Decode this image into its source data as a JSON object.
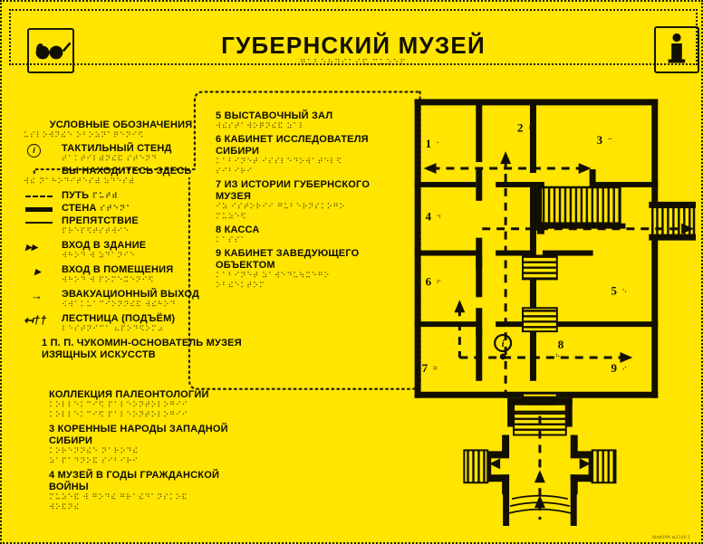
{
  "sign": {
    "background_color": "#ffe500",
    "ink_color": "#120f00",
    "watermark": "ИНФОРМ №2746-1"
  },
  "header": {
    "title": "ГУБЕРНСКИЙ МУЗЕЙ",
    "title_braille": "⠛⠥⠃⠑⠗⠝⠎⠅⠊⠯ ⠍⠥⠵⠑⠯",
    "left_icon": "glasses-icon",
    "right_icon": "information-icon",
    "right_icon_label": "i"
  },
  "legend": {
    "heading": "УСЛОВНЫЕ ОБОЗНАЧЕНИЯ",
    "heading_braille": "⠥⠎⠇⠕⠺⠝⠮⠑ ⠕⠃⠕⠵⠝⠁⠟⠑⠝⠊⠫",
    "items": [
      {
        "symbol": "info-circle-icon",
        "label": "ТАКТИЛЬНЫЙ СТЕНД",
        "braille": "⠞⠁⠅⠞⠊⠇⠾⠝⠮⠯ ⠎⠞⠑⠝⠙"
      },
      {
        "symbol": "you-are-here-icon",
        "label": "ВЫ НАХОДИТЕСЬ ЗДЕСЬ",
        "braille": "⠺⠮ ⠝⠁⠓⠕⠙⠊⠞⠑⠎⠾ ⠵⠙⠑⠎⠾"
      },
      {
        "symbol": "dashed-line-icon",
        "label": "ПУТЬ",
        "braille": "⠏⠥⠞⠾"
      },
      {
        "symbol": "solid-thick-line-icon",
        "label": "СТЕНА",
        "braille": "⠎⠞⠑⠝⠁"
      },
      {
        "symbol": "thin-line-icon",
        "label": "ПРЕПЯТСТВИЕ",
        "braille": "⠏⠗⠑⠏⠫⠞⠎⠞⠺⠊⠑"
      },
      {
        "symbol": "double-triangle-icon",
        "label": "ВХОД В ЗДАНИЕ",
        "braille": "⠺⠓⠕⠙ ⠺ ⠵⠙⠁⠝⠊⠑"
      },
      {
        "symbol": "triangle-icon",
        "label": "ВХОД В ПОМЕЩЕНИЯ",
        "braille": "⠺⠓⠕⠙ ⠺ ⠏⠕⠍⠑⠭⠑⠝⠊⠫"
      },
      {
        "symbol": "arrow-right-icon",
        "label": "ЭВАКУАЦИОННЫЙ ВЫХОД",
        "braille": "⠪⠺⠁⠅⠥⠁⠉⠊⠕⠝⠝⠮⠯ ⠺⠮⠓⠕⠙"
      },
      {
        "symbol": "stairs-up-icon",
        "label": "ЛЕСТНИЦА (ПОДЪЁМ)",
        "braille": "⠇⠑⠎⠞⠝⠊⠉⠁ ⠦⠏⠕⠙⠫⠕⠍⠴"
      }
    ]
  },
  "rooms_left": [
    {
      "number": "1",
      "label": "1 П. П. ЧУКОМИН-ОСНОВАТЕЛЬ МУЗЕЯ ИЗЯЩНЫХ ИСКУССТВ",
      "braille": ""
    },
    {
      "number": "2",
      "label": "КОЛЛЕКЦИЯ ПАЛЕОНТОЛОГИИ",
      "braille": "⠅⠕⠇⠇⠑⠅⠉⠊⠫ ⠏⠁⠇⠑⠕⠝⠞⠕⠇⠕⠛⠊⠊\n⠅⠕⠇⠇⠑⠅⠉⠊⠫ ⠏⠁⠇⠑⠕⠝⠞⠕⠇⠕⠛⠊⠊"
    },
    {
      "number": "3",
      "label": "3 КОРЕННЫЕ НАРОДЫ ЗАПАДНОЙ СИБИРИ",
      "braille": "⠅⠕⠗⠑⠝⠝⠮⠑ ⠝⠁⠗⠕⠙⠮\n⠵⠁⠏⠁⠙⠝⠕⠯ ⠎⠊⠃⠊⠗⠊"
    },
    {
      "number": "4",
      "label": "4 МУЗЕЙ В ГОДЫ ГРАЖДАНСКОЙ ВОЙНЫ",
      "braille": "⠍⠥⠵⠑⠯ ⠺ ⠛⠕⠙⠮ ⠛⠗⠁⠮⠙⠁⠝⠎⠅⠕⠯\n⠺⠕⠯⠝⠮"
    }
  ],
  "rooms_mid": [
    {
      "number": "5",
      "label": "5 ВЫСТАВОЧНЫЙ ЗАЛ",
      "braille": "⠺⠮⠎⠞⠁⠺⠕⠟⠝⠮⠯ ⠵⠁⠇"
    },
    {
      "number": "6",
      "label": "6 КАБИНЕТ ИССЛЕДОВАТЕЛЯ СИБИРИ",
      "braille": "⠅⠁⠃⠊⠝⠑⠞ ⠊⠎⠎⠇⠑⠙⠕⠺⠁⠞⠑⠇⠫\n⠎⠊⠃⠊⠗⠊"
    },
    {
      "number": "7",
      "label": "7 ИЗ ИСТОРИИ ГУБЕРНСКОГО МУЗЕЯ",
      "braille": "⠊⠵ ⠊⠎⠞⠕⠗⠊⠊ ⠛⠥⠃⠑⠗⠝⠎⠅⠕⠛⠕\n⠍⠥⠵⠑⠫"
    },
    {
      "number": "8",
      "label": "8 КАССА",
      "braille": "⠅⠁⠎⠎⠁"
    },
    {
      "number": "9",
      "label": "9 КАБИНЕТ ЗАВЕДУЮЩЕГО ОБЪЕКТОМ",
      "braille": "⠅⠁⠃⠊⠝⠑⠞ ⠵⠁⠺⠑⠙⠥⠳⠭⠑⠛⠕\n⠕⠃⠮⠑⠅⠞⠕⠍"
    }
  ],
  "floorplan": {
    "room_numbers": [
      "1",
      "2",
      "3",
      "4",
      "5",
      "6",
      "7",
      "8",
      "9"
    ],
    "you_are_here_marker": "i",
    "room_braille": {
      "1": "⠁",
      "2": "⠃",
      "3": "⠉",
      "4": "⠙",
      "5": "⠑",
      "6": "⠋",
      "7": "⠛",
      "8": "⠓",
      "9": "⠊"
    }
  }
}
